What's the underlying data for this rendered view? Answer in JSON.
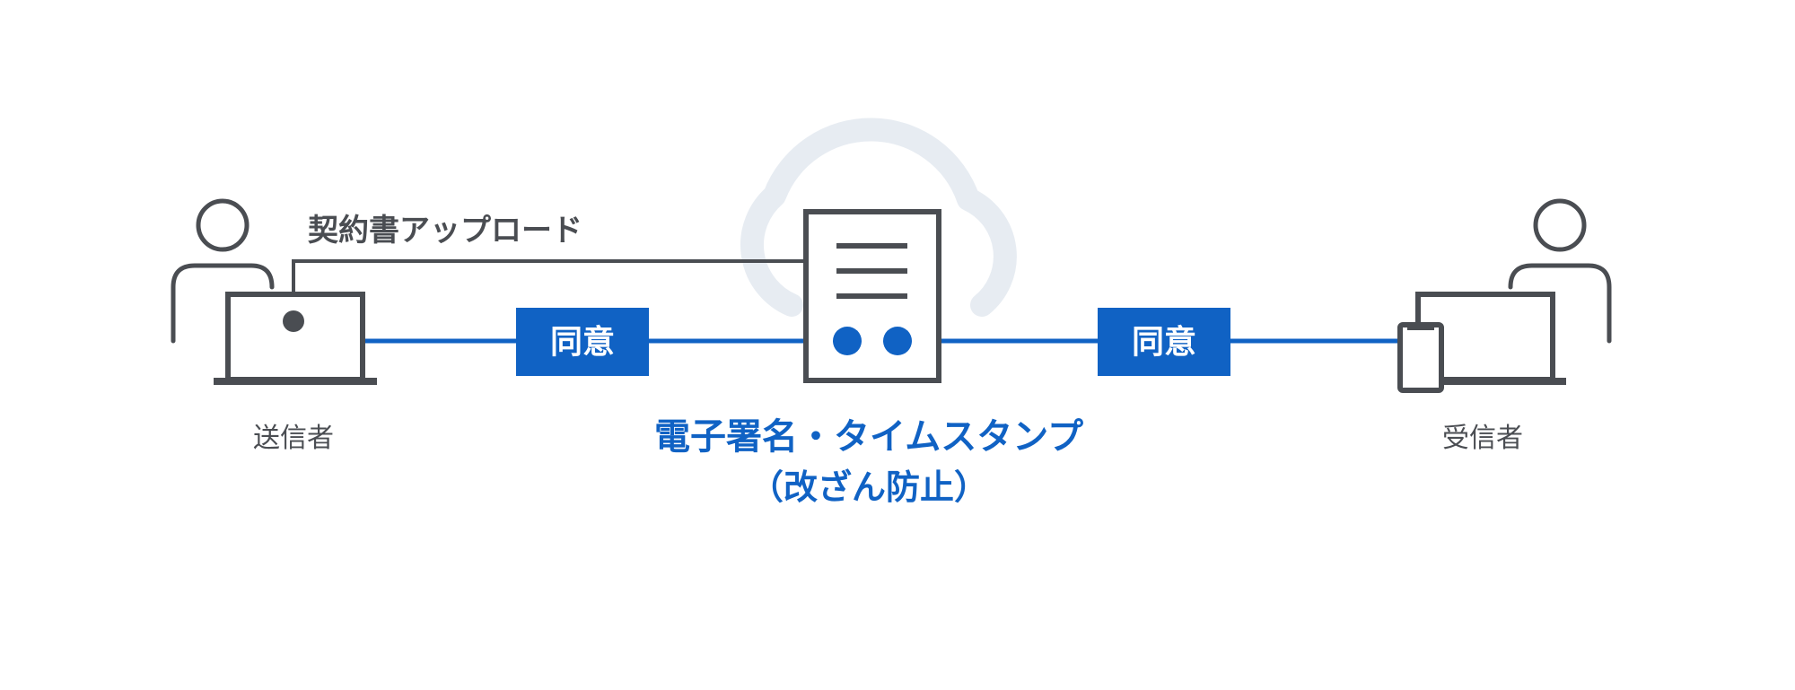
{
  "labels": {
    "upload": "契約書アップロード",
    "consent_left": "同意",
    "consent_right": "同意",
    "sender": "送信者",
    "receiver": "受信者",
    "center_title": "電子署名・タイムスタンプ",
    "center_subtitle": "（改ざん防止）"
  },
  "icons": {
    "cloud": "cloud-icon",
    "document": "document-icon",
    "sender_person": "person-icon",
    "sender_laptop": "laptop-icon",
    "receiver_person": "person-icon",
    "receiver_laptop": "laptop-icon",
    "receiver_phone": "smartphone-icon"
  },
  "colors": {
    "blue": "#1062c4",
    "dark": "#4a4d52",
    "cloud": "#e7ecf2",
    "label_text": "#ffffff"
  }
}
